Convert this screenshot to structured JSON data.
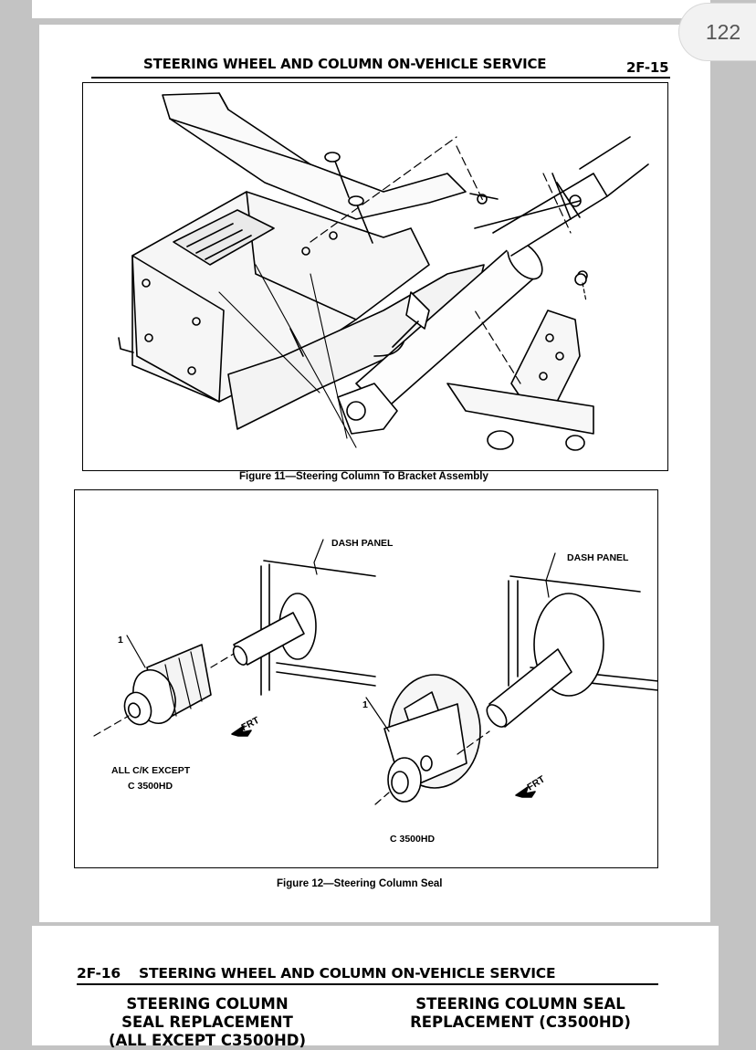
{
  "viewer": {
    "page_number": "122"
  },
  "page_1": {
    "header": {
      "title": "STEERING WHEEL AND COLUMN ON-VEHICLE SERVICE",
      "page_code": "2F-15"
    },
    "figure_11": {
      "caption": "Figure 11—Steering Column To Bracket Assembly"
    },
    "figure_12": {
      "caption": "Figure 12—Steering Column Seal",
      "labels": {
        "dash_panel_left": "DASH PANEL",
        "dash_panel_right": "DASH PANEL",
        "item_1_left": "1",
        "item_1_right": "1",
        "frt_left": "FRT",
        "frt_right": "FRT",
        "variant_left_line1": "ALL C/K EXCEPT",
        "variant_left_line2": "C 3500HD",
        "variant_right": "C 3500HD"
      }
    }
  },
  "page_2": {
    "header": {
      "page_code": "2F-16",
      "title": "STEERING WHEEL AND COLUMN ON-VEHICLE SERVICE"
    },
    "section_left": {
      "line1": "STEERING COLUMN",
      "line2": "SEAL REPLACEMENT",
      "line3": "(ALL EXCEPT C3500HD)"
    },
    "section_right": {
      "line1": "STEERING COLUMN SEAL",
      "line2": "REPLACEMENT (C3500HD)"
    }
  }
}
